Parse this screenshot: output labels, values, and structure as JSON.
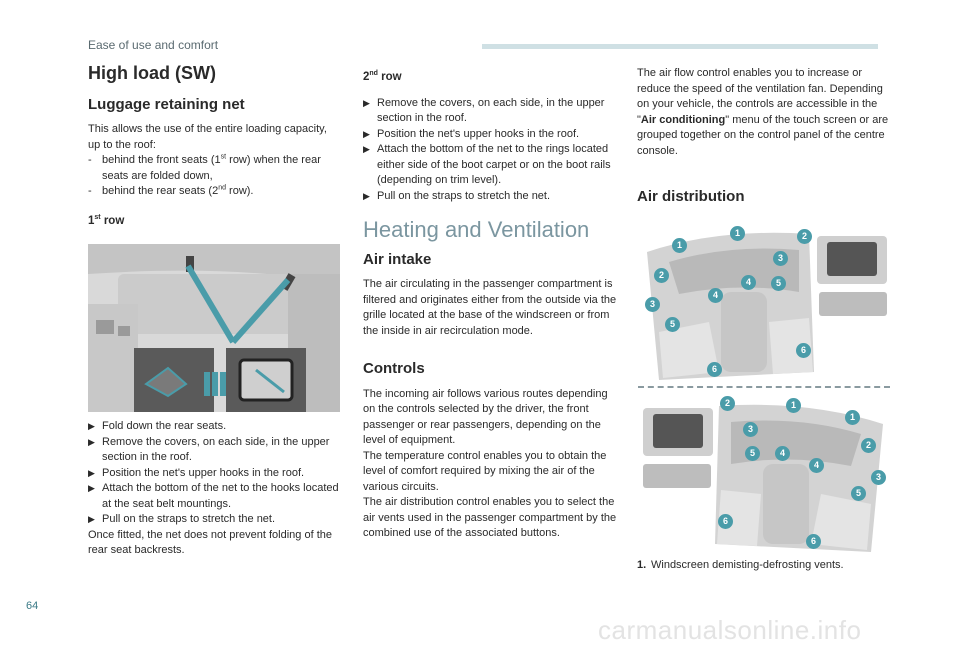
{
  "header": {
    "section": "Ease of use and comfort"
  },
  "page_number": "64",
  "watermark": "carmanualsonline.info",
  "col1": {
    "title": "High load (SW)",
    "subtitle": "Luggage retaining net",
    "intro": "This allows the use of the entire loading capacity, up to the roof:",
    "dash_items": [
      {
        "pre": "behind the front seats (1",
        "sup": "st",
        "post": " row) when the rear seats are folded down,"
      },
      {
        "pre": "behind the rear seats (2",
        "sup": "nd",
        "post": " row)."
      }
    ],
    "row1_heading": {
      "num": "1",
      "sup": "st",
      "word": " row"
    },
    "steps": [
      "Fold down the rear seats.",
      "Remove the covers, on each side, in the upper section in the roof.",
      "Position the net's upper hooks in the roof.",
      "Attach the bottom of the net to the hooks located at the seat belt mountings.",
      "Pull on the straps to stretch the net."
    ],
    "note": "Once fitted, the net does not prevent folding of the rear seat backrests."
  },
  "col2": {
    "row2_heading": {
      "num": "2",
      "sup": "nd",
      "word": " row"
    },
    "steps": [
      "Remove the covers, on each side, in the upper section in the roof.",
      "Position the net's upper hooks in the roof.",
      "Attach the bottom of the net to the rings located either side of the boot carpet or on the boot rails (depending on trim level).",
      "Pull on the straps to stretch the net."
    ],
    "section_title": "Heating and Ventilation",
    "air_intake": {
      "title": "Air intake",
      "text": "The air circulating in the passenger compartment is filtered and originates either from the outside via the grille located at the base of the windscreen or from the inside in air recirculation mode."
    },
    "controls": {
      "title": "Controls",
      "p1": "The incoming air follows various routes depending on the controls selected by the driver, the front passenger or rear passengers, depending on the level of equipment.",
      "p2": "The temperature control enables you to obtain the level of comfort required by mixing the air of the various circuits.",
      "p3": "The air distribution control enables you to select the air vents used in the passenger compartment by the combined use of the associated buttons."
    }
  },
  "col3": {
    "airflow_pre": "The air flow control enables you to increase or reduce the speed of the ventilation fan. Depending on your vehicle, the controls are accessible in the \"",
    "airflow_bold": "Air conditioning",
    "airflow_post": "\" menu of the touch screen or are grouped together on the control panel of the centre console.",
    "air_distribution_title": "Air distribution",
    "legend": [
      {
        "num": "1.",
        "text": "Windscreen demisting-defrosting vents."
      }
    ],
    "callouts_top": [
      "1",
      "1",
      "2",
      "2",
      "3",
      "3",
      "4",
      "4",
      "5",
      "5",
      "6",
      "6"
    ],
    "callouts_bottom": [
      "2",
      "1",
      "1",
      "3",
      "2",
      "5",
      "4",
      "4",
      "3",
      "5",
      "6",
      "6"
    ]
  },
  "icons": {
    "bullet": "▶",
    "dash": "-"
  },
  "colors": {
    "accent": "#4a9ca9",
    "section_title": "#7b96a0",
    "header_bar": "#cfe0e4"
  }
}
